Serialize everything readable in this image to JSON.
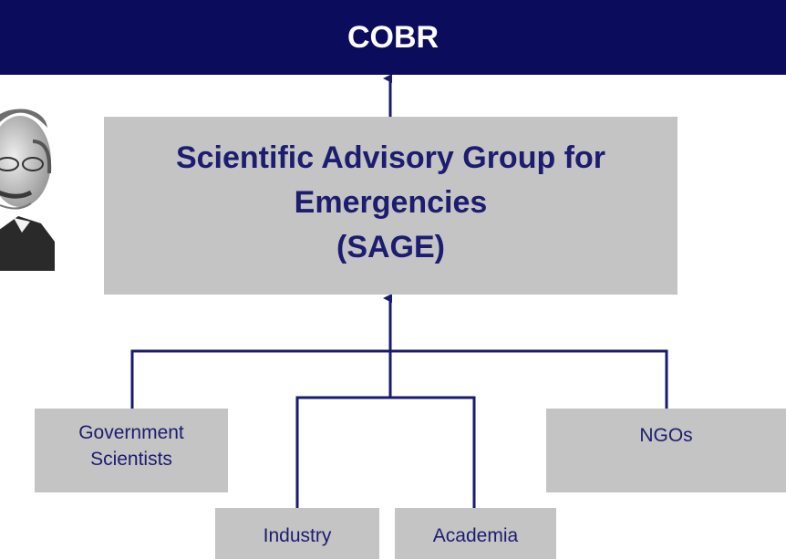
{
  "colors": {
    "header_fill": "#0c0c5c",
    "box_fill": "#c4c4c4",
    "text_navy": "#1c1c70",
    "connector": "#1a1a6e"
  },
  "header": {
    "title": "COBR"
  },
  "sage": {
    "line1": "Scientific Advisory Group for",
    "line2": "Emergencies",
    "line3": "(SAGE)"
  },
  "sources": {
    "government": {
      "line1": "Government",
      "line2": "Scientists"
    },
    "ngos": "NGOs",
    "industry": "Industry",
    "academia": "Academia"
  },
  "portrait": {
    "icon": "person-photo-icon"
  }
}
